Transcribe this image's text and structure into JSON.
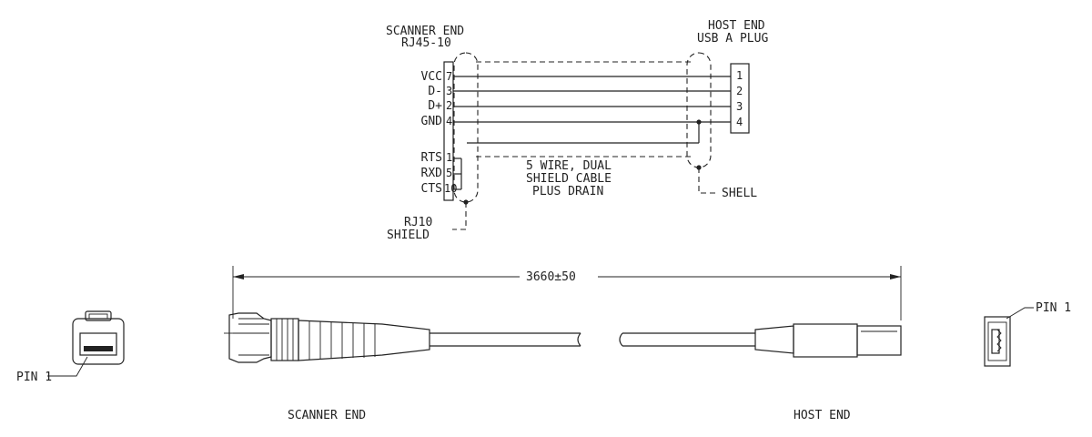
{
  "schematic": {
    "scanner_end_title": "SCANNER END",
    "scanner_connector": "RJ45-10",
    "host_end_title": "HOST END",
    "host_connector": "USB A PLUG",
    "scanner_pins": [
      {
        "signal": "VCC",
        "pin": "7"
      },
      {
        "signal": "D-",
        "pin": "3"
      },
      {
        "signal": "D+",
        "pin": "2"
      },
      {
        "signal": "GND",
        "pin": "4"
      },
      {
        "signal": "RTS",
        "pin": "1"
      },
      {
        "signal": "RXD",
        "pin": "5"
      },
      {
        "signal": "CTS",
        "pin": "10"
      }
    ],
    "host_pins": [
      "1",
      "2",
      "3",
      "4"
    ],
    "cable_note": [
      "5 WIRE, DUAL",
      "SHIELD CABLE",
      "PLUS DRAIN"
    ],
    "shell_label": "SHELL",
    "rj10_shield_label": [
      "RJ10",
      "SHIELD"
    ]
  },
  "assembly": {
    "length_dimension": "3660±50",
    "scanner_end_caption": "SCANNER END",
    "host_end_caption": "HOST END",
    "pin1_left_label": "PIN 1",
    "pin1_right_label": "PIN 1"
  }
}
